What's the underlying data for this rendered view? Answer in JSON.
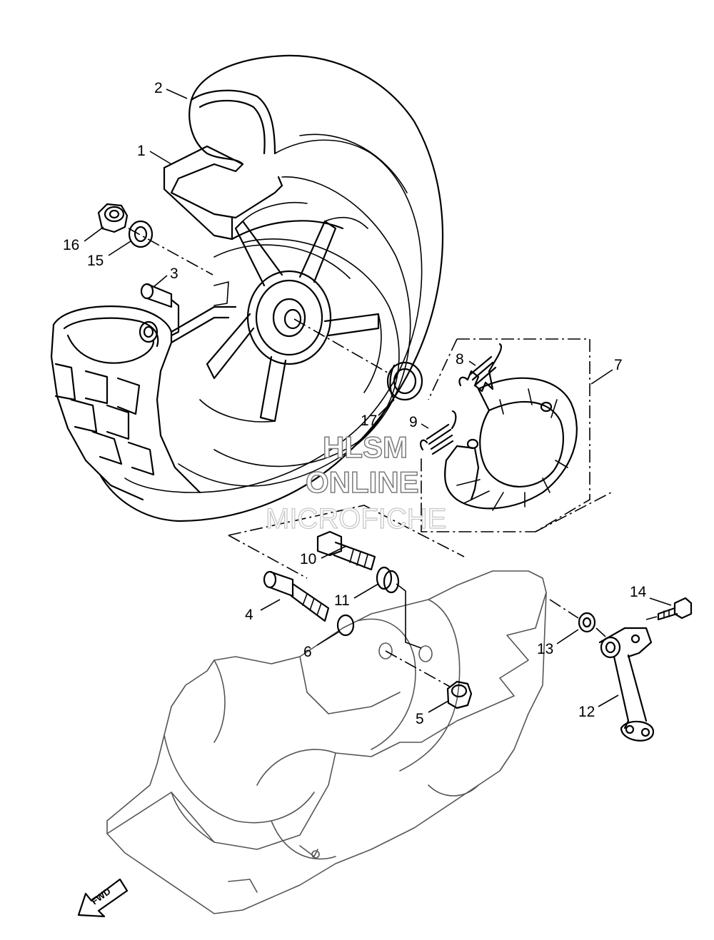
{
  "callouts": {
    "c1": "1",
    "c2": "2",
    "c3": "3",
    "c4": "4",
    "c5": "5",
    "c6": "6",
    "c7": "7",
    "c8": "8",
    "c9": "9",
    "c10": "10",
    "c11": "11",
    "c12": "12",
    "c13": "13",
    "c14": "14",
    "c15": "15",
    "c16": "16",
    "c17": "17"
  },
  "watermark": {
    "line1": "HLSM",
    "line2": "ONLINE",
    "line3": "MICROFICHE"
  },
  "direction_arrow": {
    "label": "FWD"
  }
}
